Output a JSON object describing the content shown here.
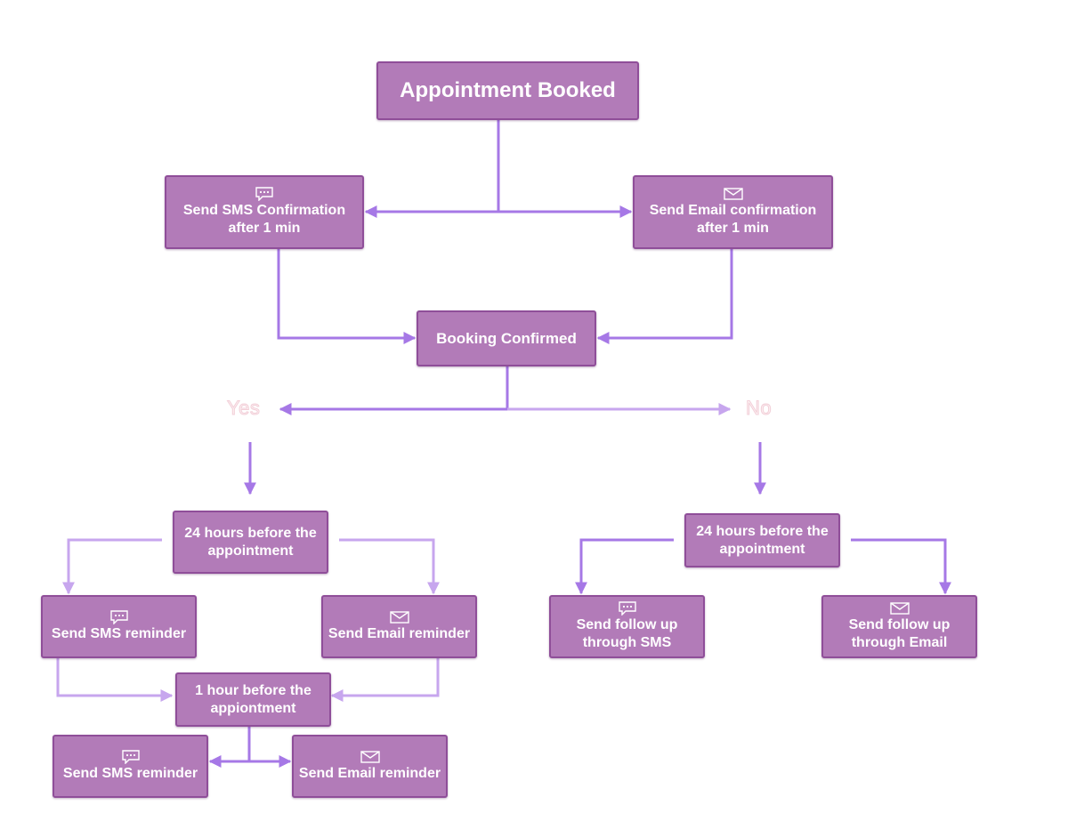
{
  "colors": {
    "node_fill": "#b27bb8",
    "node_border": "#8f4e99",
    "connector": "#a678e6",
    "connector_light": "#c7a6ee",
    "decision_text": "#fdf2f4"
  },
  "nodes": {
    "appointment_booked": {
      "label": "Appointment Booked"
    },
    "sms_confirmation": {
      "line1": "Send SMS Confirmation",
      "line2": "after 1 min",
      "icon": "sms-bubble-icon"
    },
    "email_confirmation": {
      "line1": "Send Email confirmation",
      "line2": "after  1 min",
      "icon": "envelope-icon"
    },
    "booking_confirmed": {
      "label": "Booking Confirmed"
    },
    "yes_24h": {
      "line1": "24 hours before the",
      "line2": "appointment"
    },
    "yes_sms_reminder_24h": {
      "label": "Send SMS reminder",
      "icon": "sms-bubble-icon"
    },
    "yes_email_reminder_24h": {
      "label": "Send Email reminder",
      "icon": "envelope-icon"
    },
    "yes_1h": {
      "line1": "1 hour before the",
      "line2": "appiontment"
    },
    "yes_sms_reminder_1h": {
      "label": "Send SMS reminder",
      "icon": "sms-bubble-icon"
    },
    "yes_email_reminder_1h": {
      "label": "Send Email reminder",
      "icon": "envelope-icon"
    },
    "no_24h": {
      "line1": "24 hours before the",
      "line2": "appointment"
    },
    "no_sms_followup": {
      "line1": "Send follow up",
      "line2": "through SMS",
      "icon": "sms-bubble-icon"
    },
    "no_email_followup": {
      "line1": "Send follow up",
      "line2": "through Email",
      "icon": "envelope-icon"
    }
  },
  "decisions": {
    "yes": "Yes",
    "no": "No"
  }
}
